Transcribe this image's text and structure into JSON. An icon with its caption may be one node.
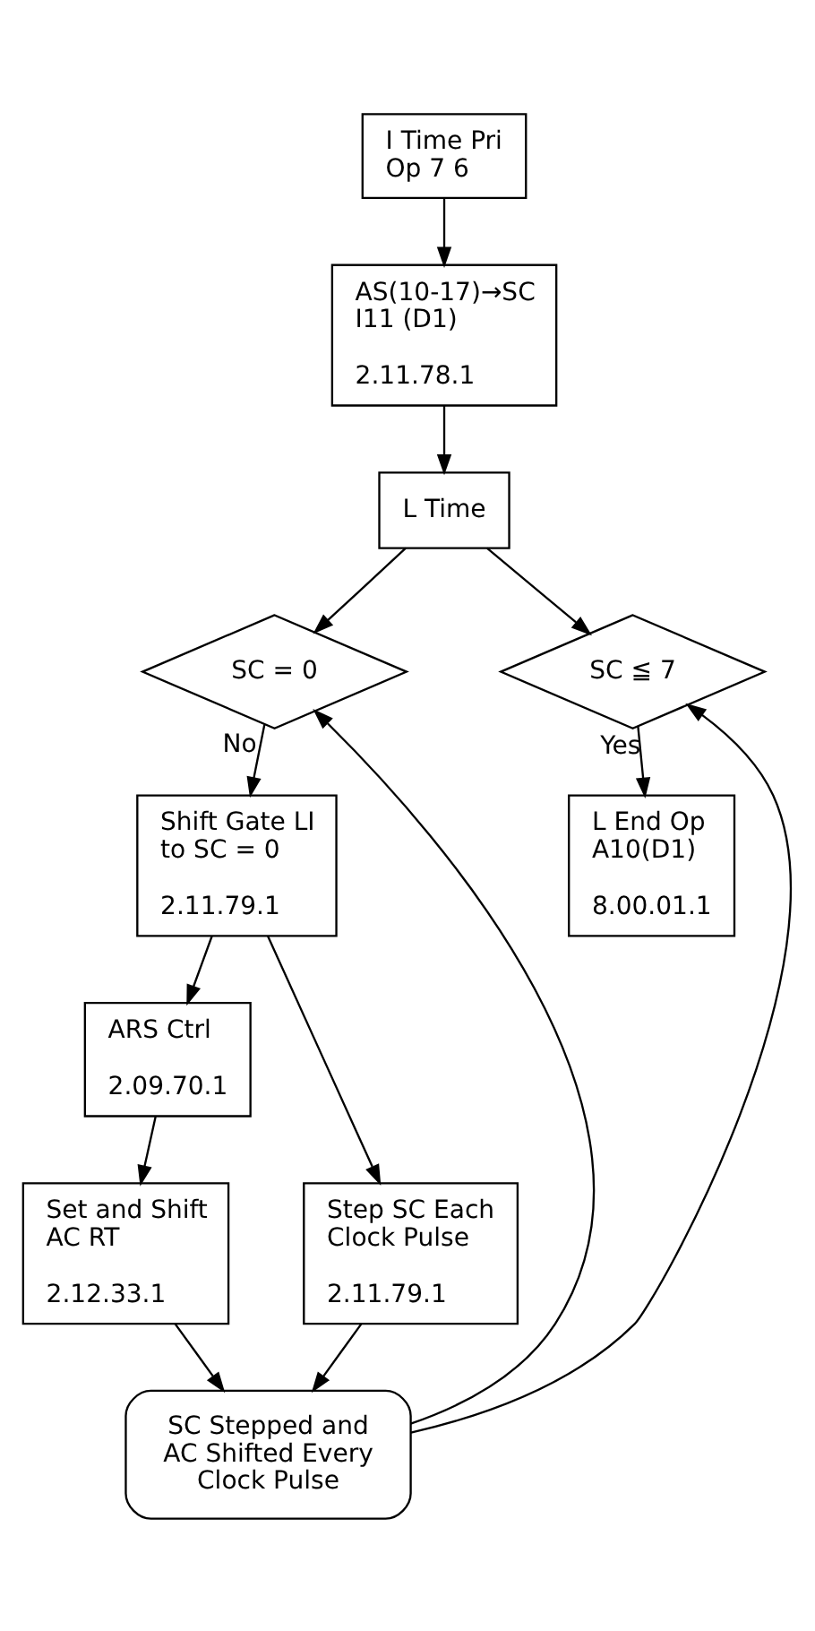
{
  "diagram": {
    "nodes": [
      {
        "text": [
          "I Time Pri Op 7 6"
        ]
      },
      {
        "text": [
          "AS(10-17)→SC I11 (D1)",
          "2.11.78.1"
        ]
      },
      {
        "text": [
          "L Time"
        ]
      },
      {
        "text": [
          "SC = 0"
        ]
      },
      {
        "text": [
          "SC ≦ 7"
        ]
      },
      {
        "text": [
          "Shift Gate LI to SC = 0",
          "2.11.79.1"
        ]
      },
      {
        "text": [
          "ARS Ctrl",
          "2.09.70.1"
        ]
      },
      {
        "text": [
          "Set and Shift AC RT",
          "2.12.33.1"
        ]
      },
      {
        "text": [
          "Step SC Each Clock Pulse",
          "2.11.79.1"
        ]
      },
      {
        "text": [
          "SC Stepped and AC Shifted Every Clock Pulse"
        ]
      },
      {
        "text": [
          "L End Op A10(D1)",
          "8.00.01.1"
        ]
      }
    ],
    "edges": [
      {
        "from": 0,
        "to": 1,
        "arrow": "to"
      },
      {
        "from": 1,
        "to": 2,
        "arrow": "to"
      },
      {
        "from": 2,
        "to": 3,
        "arrow": "to"
      },
      {
        "from": 2,
        "to": 4,
        "arrow": "to"
      },
      {
        "from": 3,
        "to": 5,
        "arrow": "to",
        "label": "No"
      },
      {
        "from": 4,
        "to": 10,
        "arrow": "to",
        "label": "Yes"
      },
      {
        "from": 5,
        "to": 6,
        "arrow": "to"
      },
      {
        "from": 5,
        "to": 8,
        "arrow": "to"
      },
      {
        "from": 6,
        "to": 7,
        "arrow": "to"
      },
      {
        "from": 7,
        "to": 9,
        "arrow": "to"
      },
      {
        "from": 8,
        "to": 9,
        "arrow": "to"
      },
      {
        "from": 9,
        "to": 3,
        "arrow": "to"
      },
      {
        "from": 9,
        "to": 4,
        "arrow": "to"
      }
    ]
  }
}
